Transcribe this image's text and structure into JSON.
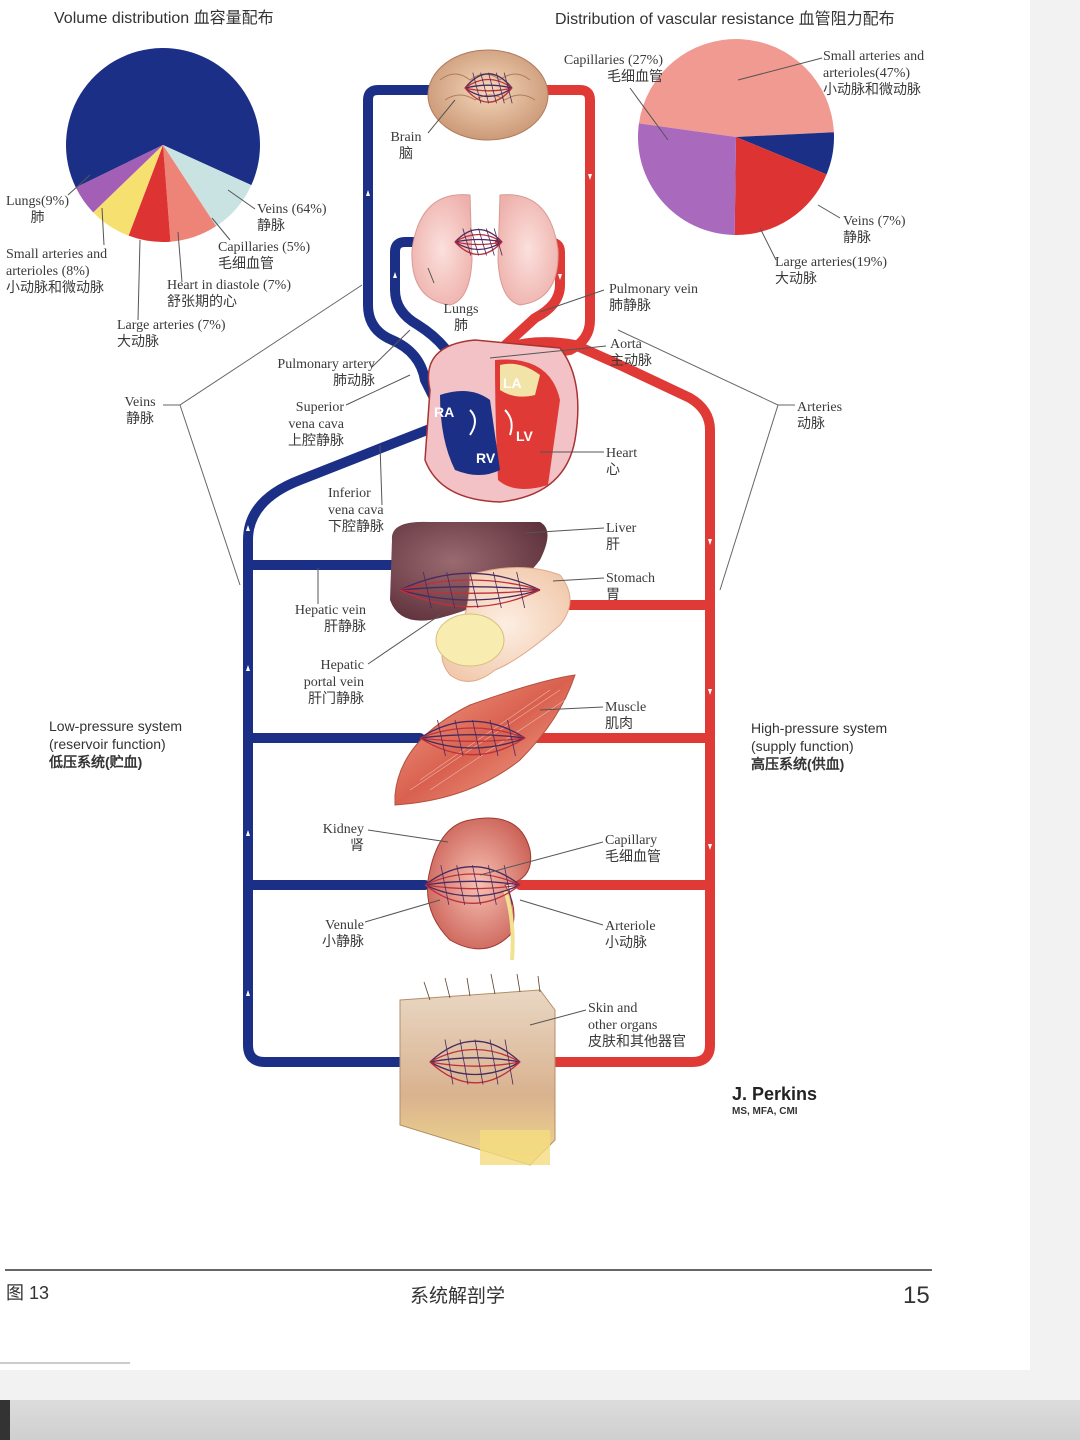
{
  "headers": {
    "volume": "Volume distribution 血容量配布",
    "resistance": "Distribution of vascular resistance 血管阻力配布"
  },
  "volume_pie": {
    "labels": {
      "veins": [
        "Veins (64%)",
        "静脉"
      ],
      "lungs": [
        "Lungs(9%)",
        "肺"
      ],
      "small_arteries": [
        "Small arteries and",
        "arterioles (8%)",
        "小动脉和微动脉"
      ],
      "large_arteries": [
        "Large arteries (7%)",
        "大动脉"
      ],
      "heart": [
        "Heart in diastole (7%)",
        "舒张期的心"
      ],
      "capillaries": [
        "Capillaries (5%)",
        "毛细血管"
      ]
    }
  },
  "resistance_pie": {
    "labels": {
      "small_arteries": [
        "Small arteries and",
        "arterioles(47%)",
        "小动脉和微动脉"
      ],
      "capillaries": [
        "Capillaries (27%)",
        "毛细血管"
      ],
      "veins": [
        "Veins (7%)",
        "静脉"
      ],
      "large_arteries": [
        "Large arteries(19%)",
        "大动脉"
      ]
    }
  },
  "chart_data": [
    {
      "type": "pie",
      "title": "Volume distribution 血容量配布",
      "slices": [
        {
          "name": "Veins 静脉",
          "value": 64,
          "color": "#1c2f86"
        },
        {
          "name": "Lungs 肺",
          "value": 9,
          "color": "#c9e3e3"
        },
        {
          "name": "Small arteries and arterioles 小动脉和微动脉",
          "value": 8,
          "color": "#ee8478"
        },
        {
          "name": "Large arteries 大动脉",
          "value": 7,
          "color": "#dd3333"
        },
        {
          "name": "Heart in diastole 舒张期的心",
          "value": 7,
          "color": "#f6e070"
        },
        {
          "name": "Capillaries 毛细血管",
          "value": 5,
          "color": "#a35fb5"
        }
      ]
    },
    {
      "type": "pie",
      "title": "Distribution of vascular resistance 血管阻力配布",
      "slices": [
        {
          "name": "Small arteries and arterioles 小动脉和微动脉",
          "value": 47,
          "color": "#f19a92"
        },
        {
          "name": "Veins 静脉",
          "value": 7,
          "color": "#1c2f86"
        },
        {
          "name": "Large arteries 大动脉",
          "value": 19,
          "color": "#dd3333"
        },
        {
          "name": "Capillaries 毛细血管",
          "value": 27,
          "color": "#a969bd"
        }
      ]
    }
  ],
  "labels": {
    "brain": [
      "Brain",
      "脑"
    ],
    "lungs": [
      "Lungs",
      "肺"
    ],
    "pulmonary_vein": [
      "Pulmonary vein",
      "肺静脉"
    ],
    "aorta": [
      "Aorta",
      "主动脉"
    ],
    "pulmonary_artery": [
      "Pulmonary artery",
      "肺动脉"
    ],
    "superior_vena_cava": [
      "Superior",
      "vena cava",
      "上腔静脉"
    ],
    "veins": [
      "Veins",
      "静脉"
    ],
    "arteries": [
      "Arteries",
      "动脉"
    ],
    "heart": [
      "Heart",
      "心"
    ],
    "inferior_vena_cava": [
      "Inferior",
      "vena cava",
      "下腔静脉"
    ],
    "liver": [
      "Liver",
      "肝"
    ],
    "stomach": [
      "Stomach",
      "胃"
    ],
    "hepatic_vein": [
      "Hepatic vein",
      "肝静脉"
    ],
    "hepatic_portal_vein": [
      "Hepatic",
      "portal vein",
      "肝门静脉"
    ],
    "muscle": [
      "Muscle",
      "肌肉"
    ],
    "kidney": [
      "Kidney",
      "肾"
    ],
    "capillary": [
      "Capillary",
      "毛细血管"
    ],
    "venule": [
      "Venule",
      "小静脉"
    ],
    "arteriole": [
      "Arteriole",
      "小动脉"
    ],
    "skin": [
      "Skin and",
      "other organs",
      "皮肤和其他器官"
    ]
  },
  "chambers": {
    "la": "LA",
    "ra": "RA",
    "lv": "LV",
    "rv": "RV"
  },
  "systems": {
    "low": [
      "Low-pressure system",
      "(reservoir function)",
      "低压系统(贮血)"
    ],
    "high": [
      "High-pressure system",
      "(supply function)",
      "高压系统(供血)"
    ]
  },
  "signature": {
    "name": "J. Perkins",
    "credentials": "MS, MFA, CMI"
  },
  "footer": {
    "figure": "图 13",
    "title": "系统解剖学",
    "page": "15"
  },
  "colors": {
    "vein": "#1c2f86",
    "artery": "#e03a36",
    "capillary_net": "#4a2a5e"
  }
}
